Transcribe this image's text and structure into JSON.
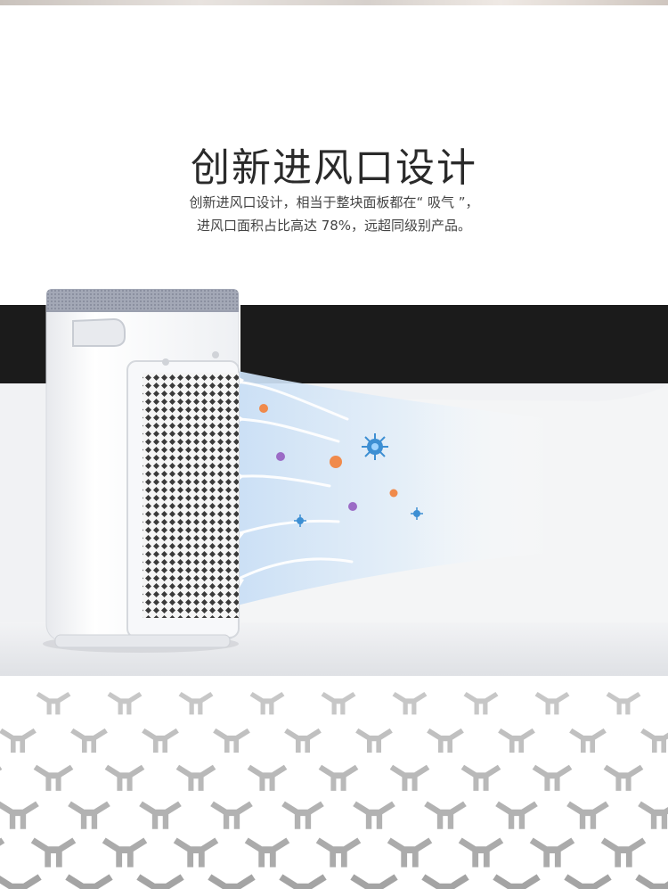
{
  "headline": "创新进风口设计",
  "description": {
    "line1": "创新进风口设计，相当于整块面板都在“ 吸气 ”，",
    "line2": "进风口面积占比高达 78%，远超同级别产品。"
  },
  "colors": {
    "headline": "#2a2a2a",
    "body_text": "#444444",
    "device_top": "#9a9fae",
    "device_body": "#f4f5f7",
    "backdrop_dark": "#1b1b1b",
    "airflow": "#cfe3f7",
    "particle_orange": "#f08a4b",
    "particle_purple": "#9b6bc6",
    "particle_blue": "#3d8fd3"
  }
}
